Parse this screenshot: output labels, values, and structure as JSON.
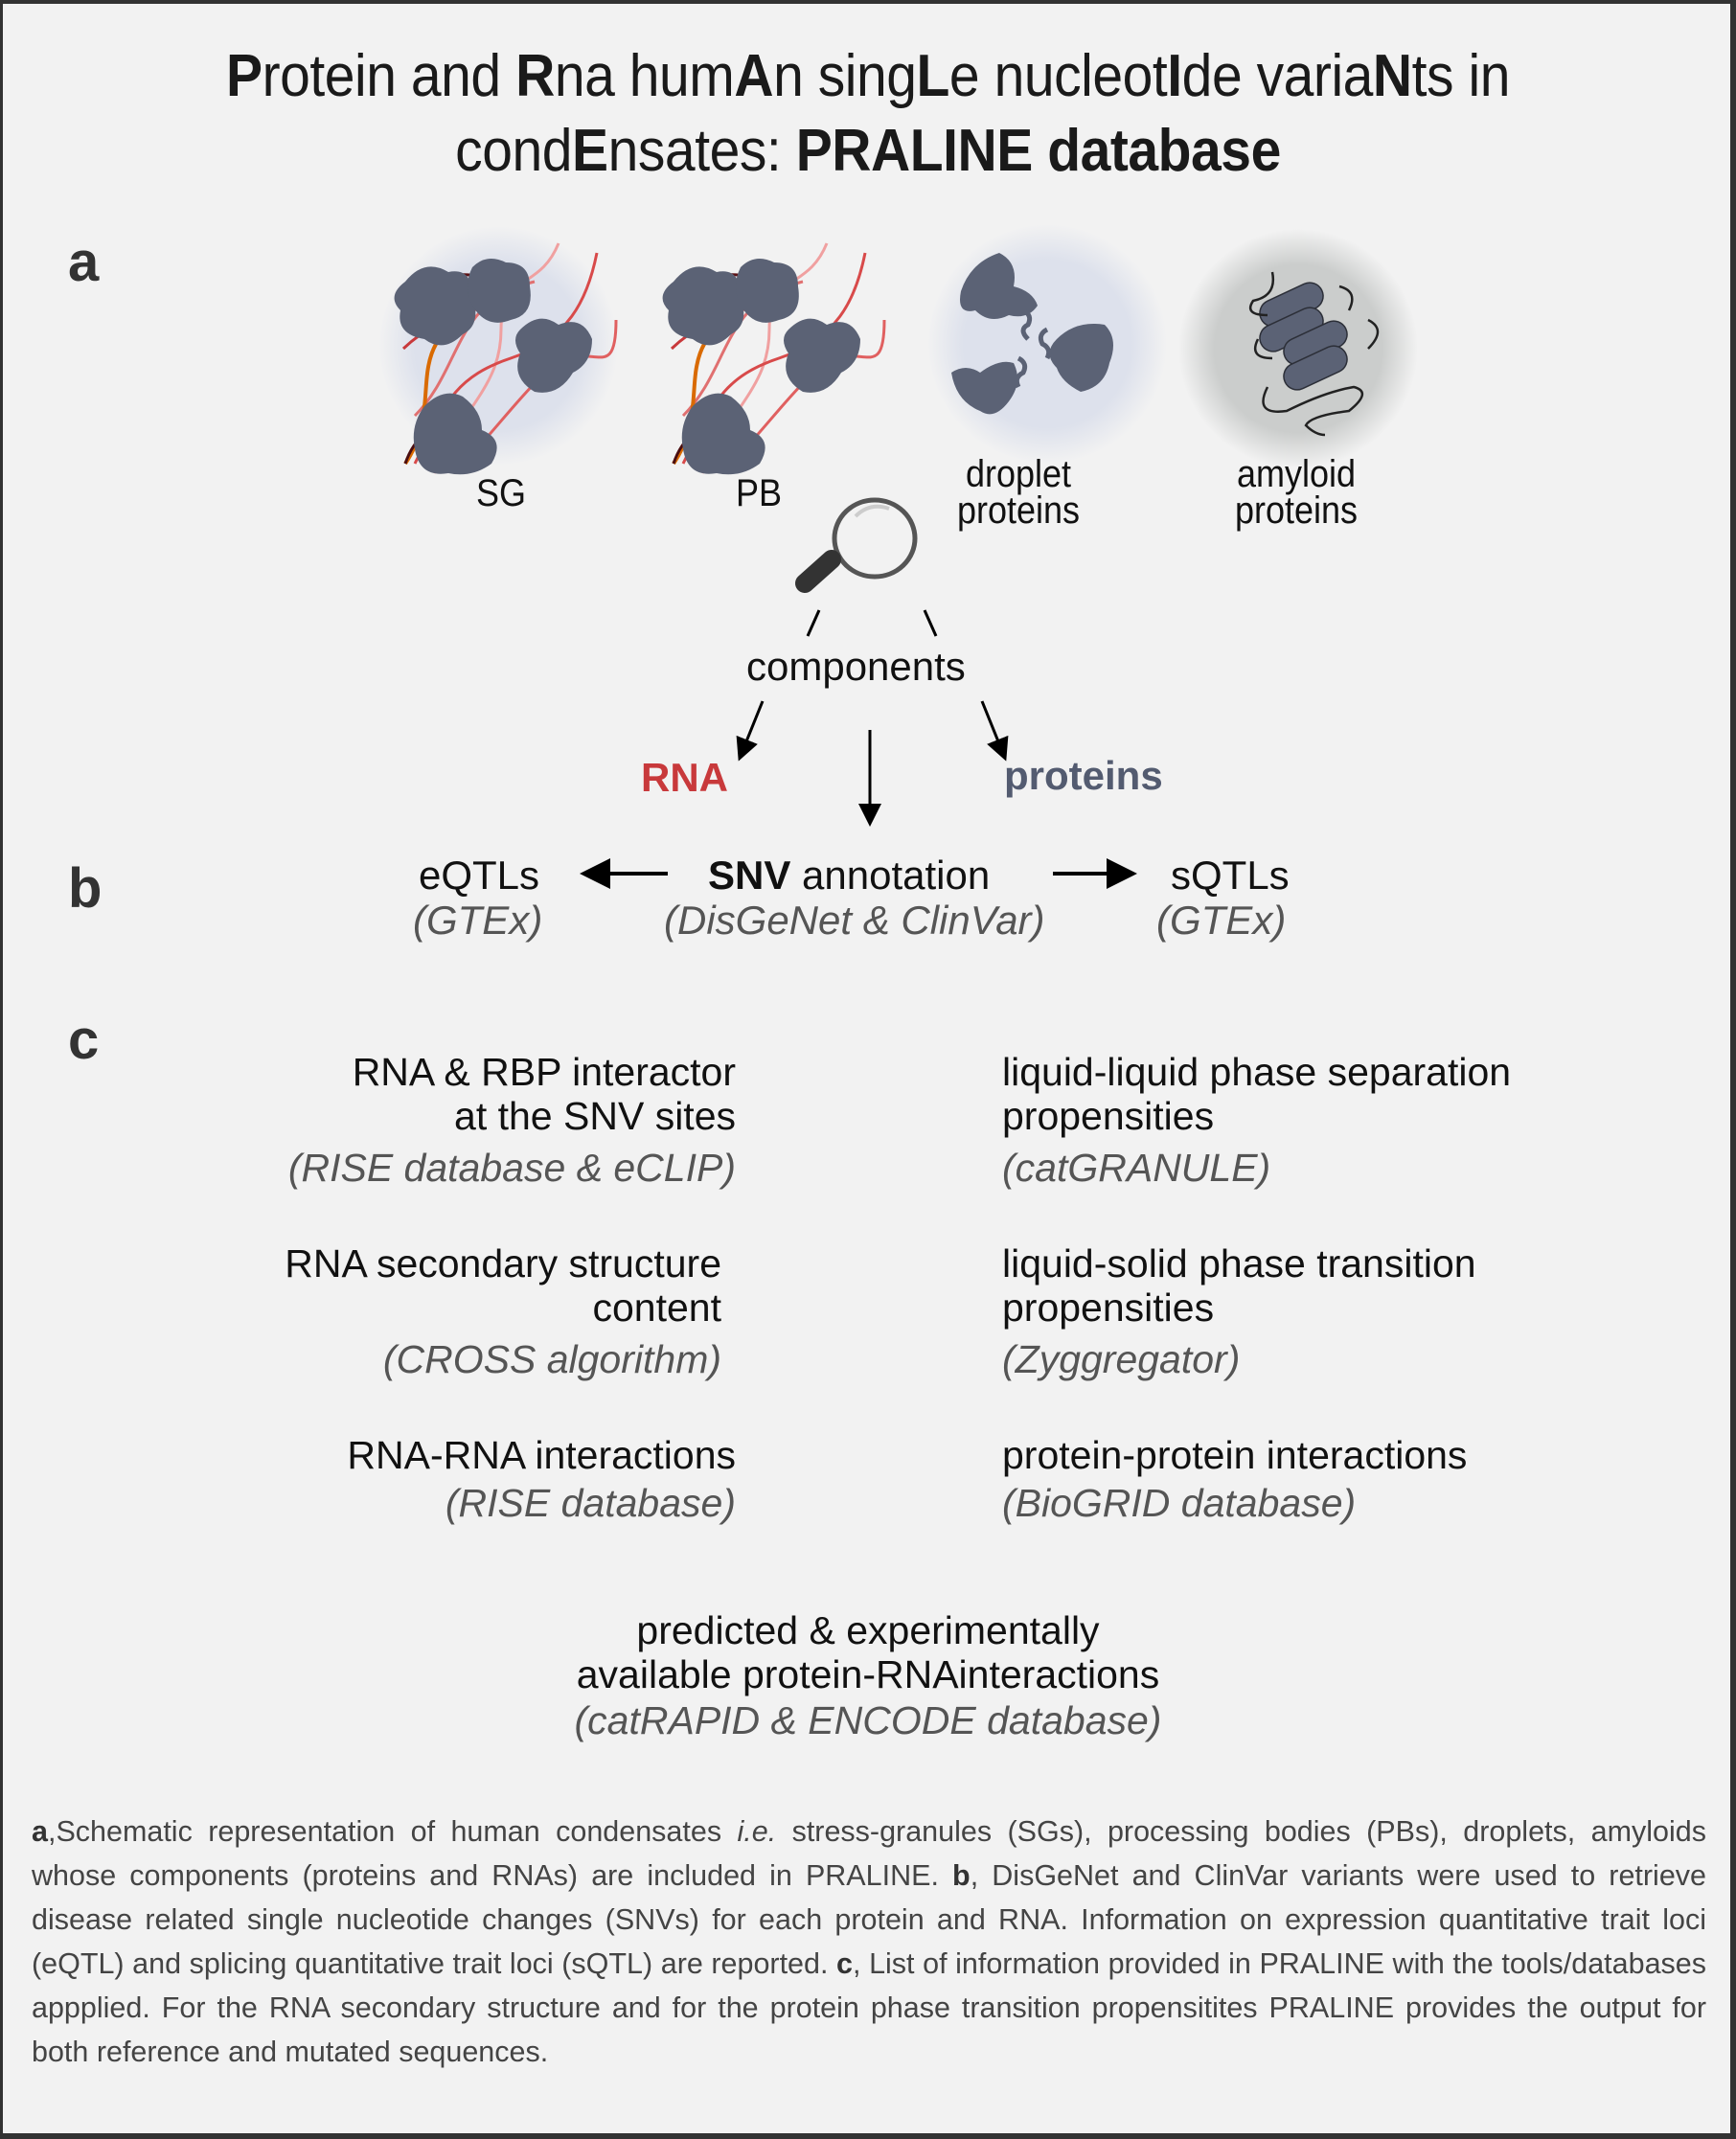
{
  "title": {
    "line1_segments": [
      {
        "text": "P",
        "bold": true
      },
      {
        "text": "rotein and ",
        "bold": false
      },
      {
        "text": "R",
        "bold": true
      },
      {
        "text": "na hum",
        "bold": false
      },
      {
        "text": "A",
        "bold": true
      },
      {
        "text": "n sing",
        "bold": false
      },
      {
        "text": "L",
        "bold": true
      },
      {
        "text": "e nucleot",
        "bold": false
      },
      {
        "text": "I",
        "bold": true
      },
      {
        "text": "de varia",
        "bold": false
      },
      {
        "text": "N",
        "bold": true
      },
      {
        "text": "ts in",
        "bold": false
      }
    ],
    "line2_segments": [
      {
        "text": "cond",
        "bold": false
      },
      {
        "text": "E",
        "bold": true
      },
      {
        "text": "nsates: ",
        "bold": false
      },
      {
        "text": "PRALINE database",
        "bold": true
      }
    ]
  },
  "panels": {
    "a": {
      "label": "a",
      "condensates": [
        {
          "id": "sg",
          "label": "SG"
        },
        {
          "id": "pb",
          "label": "PB"
        },
        {
          "id": "droplet",
          "label": "droplet proteins",
          "lines": [
            "droplet",
            "proteins"
          ]
        },
        {
          "id": "amyloid",
          "label": "amyloid proteins",
          "lines": [
            "amyloid",
            "proteins"
          ]
        }
      ],
      "magnifier_icon": "magnifying-glass",
      "components_label": "components",
      "rna_label": "RNA",
      "proteins_label": "proteins"
    },
    "b": {
      "label": "b",
      "center_bold": "SNV",
      "center_rest": " annotation",
      "center_source": "(DisGeNet & ClinVar)",
      "left_label": "eQTLs",
      "left_source": "(GTEx)",
      "right_label": "sQTLs",
      "right_source": "(GTEx)"
    },
    "c": {
      "label": "c",
      "left_items": [
        {
          "lines": [
            "RNA & RBP interactor",
            "at the SNV sites"
          ],
          "source": "(RISE database & eCLIP)"
        },
        {
          "lines": [
            "RNA secondary structure",
            "content"
          ],
          "source": "(CROSS algorithm)"
        },
        {
          "lines": [
            "RNA-RNA interactions"
          ],
          "source": "(RISE database)"
        }
      ],
      "right_items": [
        {
          "lines": [
            "liquid-liquid phase separation",
            "propensities"
          ],
          "source": "(catGRANULE)"
        },
        {
          "lines": [
            "liquid-solid phase transition",
            "propensities"
          ],
          "source": "(Zyggregator)"
        },
        {
          "lines": [
            "protein-protein interactions"
          ],
          "source": "(BioGRID database)"
        }
      ],
      "bottom_item": {
        "lines": [
          "predicted & experimentally",
          "available protein-RNAinteractions"
        ],
        "source": "(catRAPID & ENCODE database)"
      }
    }
  },
  "caption": {
    "segments": [
      {
        "text": "a",
        "style": "bold"
      },
      {
        "text": ",Schematic representation of human condensates ",
        "style": "normal"
      },
      {
        "text": "i.e.",
        "style": "italic"
      },
      {
        "text": " stress-granules (SGs), processing bodies (PBs), droplets, amyloids whose components (proteins and RNAs) are included in PRALINE. ",
        "style": "normal"
      },
      {
        "text": "b",
        "style": "bold"
      },
      {
        "text": ", DisGeNet and ClinVar variants were used to retrieve disease related single nucleotide changes (SNVs) for each protein and RNA. Information on expression quantitative trait loci (eQTL) and splicing quantitative trait loci (sQTL) are reported. ",
        "style": "normal"
      },
      {
        "text": "c",
        "style": "bold"
      },
      {
        "text": ", List of information provided in PRALINE with the tools/databases appplied. For the RNA secondary structure and for the protein phase transition propensitites PRALINE provides the output for both reference and mutated sequences.",
        "style": "normal"
      }
    ]
  },
  "colors": {
    "background": "#f2f2f2",
    "frame": "#333333",
    "rna": "#c8393b",
    "proteins": "#535b70",
    "protein_blob": "#5b6275",
    "halo_blue": "#dde1ec",
    "halo_grey": "#cbcdcc",
    "source_text": "#555555"
  }
}
